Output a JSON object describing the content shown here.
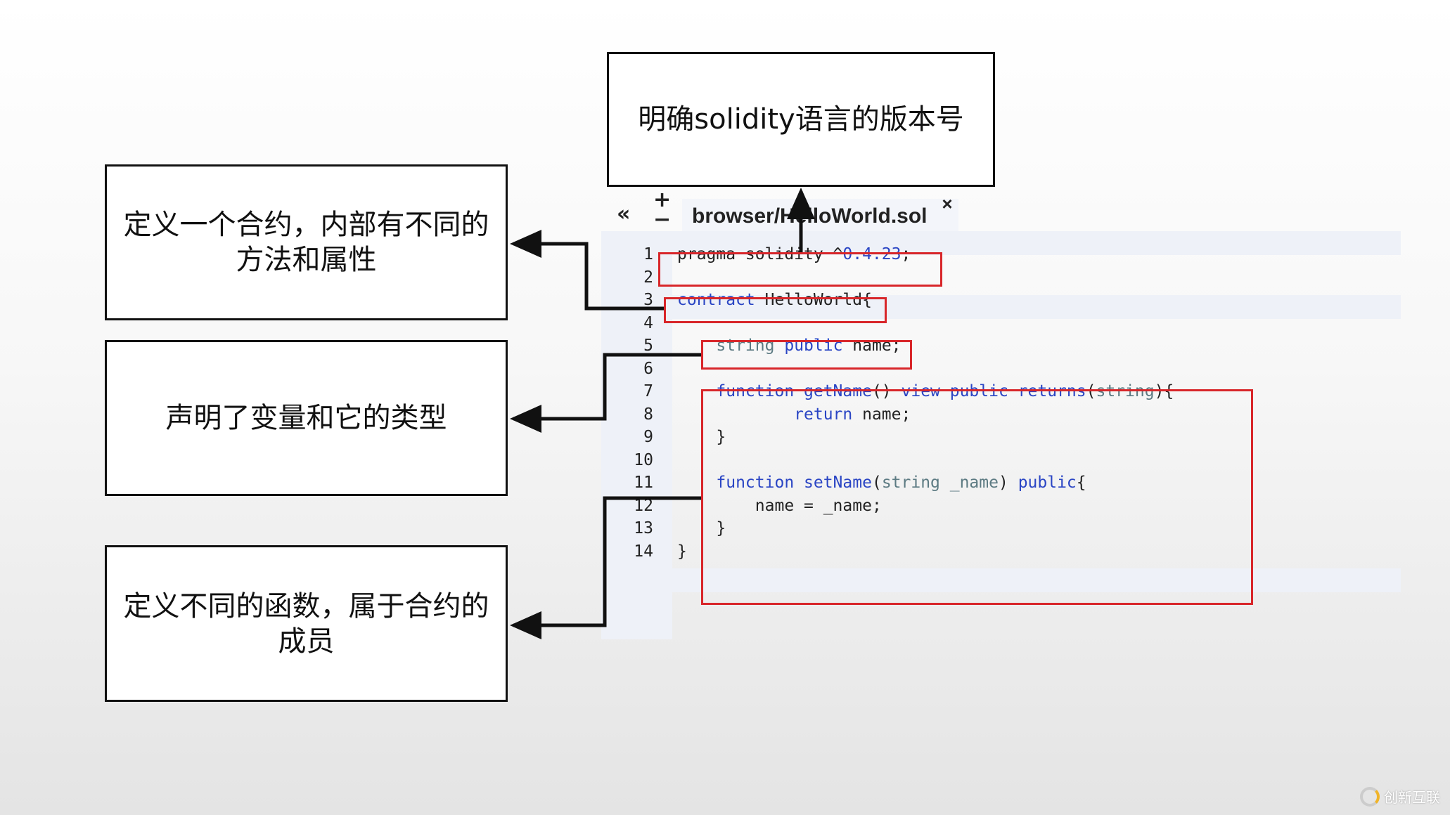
{
  "annotations": {
    "version": "明确solidity语言的版本号",
    "contract": "定义一个合约，内部有不同的方法和属性",
    "variable": "声明了变量和它的类型",
    "functions": "定义不同的函数，属于合约的成员"
  },
  "editor": {
    "tab_title": "browser/HelloWorld.sol",
    "close_icon": "×",
    "collapse_icon": "«",
    "zoom_in_icon": "+",
    "zoom_out_icon": "−",
    "lines": [
      {
        "n": "1",
        "tokens": [
          {
            "t": "pragma solidity ^",
            "c": "pl"
          },
          {
            "t": "0.4.23",
            "c": "num"
          },
          {
            "t": ";",
            "c": "pl"
          }
        ]
      },
      {
        "n": "2",
        "tokens": []
      },
      {
        "n": "3",
        "tokens": [
          {
            "t": "contract",
            "c": "kw"
          },
          {
            "t": " HelloWorld{",
            "c": "pl"
          }
        ]
      },
      {
        "n": "4",
        "tokens": []
      },
      {
        "n": "5",
        "tokens": [
          {
            "t": "    ",
            "c": "pl"
          },
          {
            "t": "string",
            "c": "ty"
          },
          {
            "t": " ",
            "c": "pl"
          },
          {
            "t": "public",
            "c": "kw"
          },
          {
            "t": " name;",
            "c": "pl"
          }
        ]
      },
      {
        "n": "6",
        "tokens": []
      },
      {
        "n": "7",
        "tokens": [
          {
            "t": "    ",
            "c": "pl"
          },
          {
            "t": "function getName",
            "c": "kw"
          },
          {
            "t": "() ",
            "c": "pl"
          },
          {
            "t": "view public returns",
            "c": "kw"
          },
          {
            "t": "(",
            "c": "pl"
          },
          {
            "t": "string",
            "c": "ty"
          },
          {
            "t": "){",
            "c": "pl"
          }
        ]
      },
      {
        "n": "8",
        "tokens": [
          {
            "t": "            ",
            "c": "pl"
          },
          {
            "t": "return",
            "c": "kw"
          },
          {
            "t": " name;",
            "c": "pl"
          }
        ]
      },
      {
        "n": "9",
        "tokens": [
          {
            "t": "    }",
            "c": "pl"
          }
        ]
      },
      {
        "n": "10",
        "tokens": []
      },
      {
        "n": "11",
        "tokens": [
          {
            "t": "    ",
            "c": "pl"
          },
          {
            "t": "function setName",
            "c": "kw"
          },
          {
            "t": "(",
            "c": "pl"
          },
          {
            "t": "string _name",
            "c": "ty"
          },
          {
            "t": ") ",
            "c": "pl"
          },
          {
            "t": "public",
            "c": "kw"
          },
          {
            "t": "{",
            "c": "pl"
          }
        ]
      },
      {
        "n": "12",
        "tokens": [
          {
            "t": "        name = _name;",
            "c": "pl"
          }
        ]
      },
      {
        "n": "13",
        "tokens": [
          {
            "t": "    }",
            "c": "pl"
          }
        ]
      },
      {
        "n": "14",
        "tokens": [
          {
            "t": "}",
            "c": "pl"
          }
        ]
      }
    ]
  },
  "colors": {
    "highlight_box": "#d8262a",
    "keyword": "#2a45c4",
    "type": "#5c7a82"
  },
  "watermark": {
    "text": "创新互联"
  }
}
